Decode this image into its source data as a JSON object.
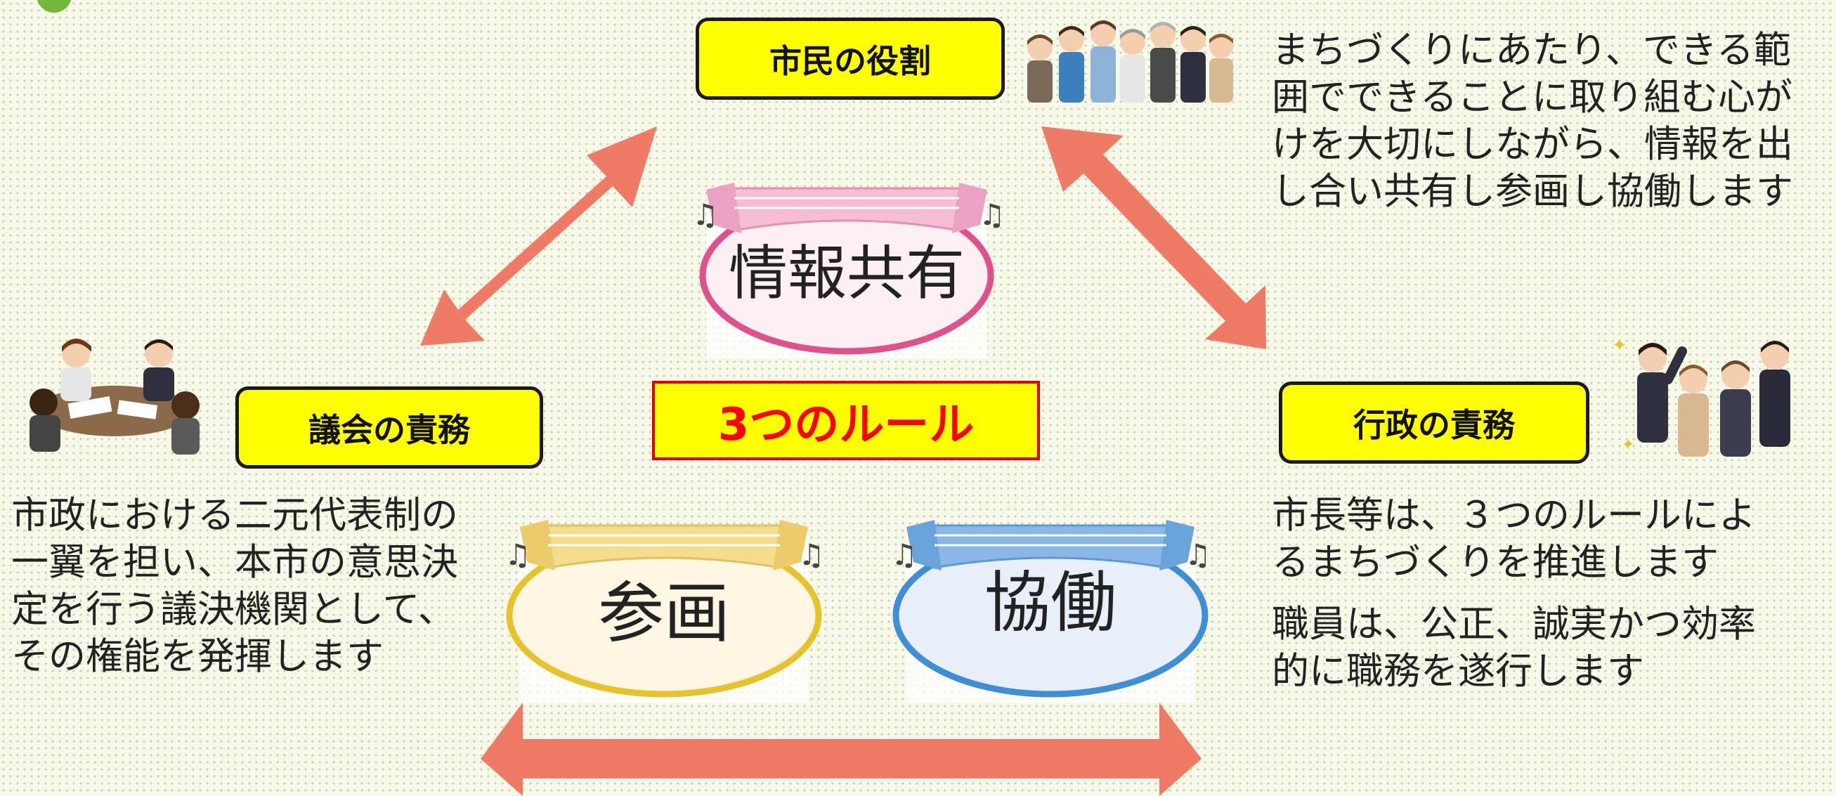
{
  "title": "3つのルール",
  "roles": {
    "citizen": {
      "label": "市民の役割",
      "description": [
        "まちづくりにあたり、できる範",
        "囲でできることに取り組む心が",
        "けを大切にしながら、情報を出",
        "し合い共有し参画し協働します"
      ]
    },
    "council": {
      "label": "議会の責務",
      "description": [
        "市政における二元代表制の",
        "一翼を担い、本市の意思決",
        "定を行う議決機関として、",
        "その権能を発揮します"
      ]
    },
    "administration": {
      "label": "行政の責務",
      "description_mayor": [
        "市長等は、３つのルールによ",
        "るまちづくりを推進します"
      ],
      "description_staff": [
        "職員は、公正、誠実かつ効率",
        "的に職務を遂行します"
      ]
    }
  },
  "rules": {
    "info_sharing": {
      "label": "情報共有",
      "color": "#e0508a",
      "fill": "#fdf0f4",
      "ribbon": "#f6bcd2"
    },
    "participation": {
      "label": "参画",
      "color": "#e6c22b",
      "fill": "#fdf6e2",
      "ribbon": "#f3dc8c"
    },
    "collaboration": {
      "label": "協働",
      "color": "#3e8fd6",
      "fill": "#e9eff8",
      "ribbon": "#8ab8e6"
    }
  },
  "colors": {
    "arrow": "#ef7a66",
    "label_bg": "#ffff00",
    "title_text": "#ff0000",
    "dot": "#bcd69a"
  }
}
